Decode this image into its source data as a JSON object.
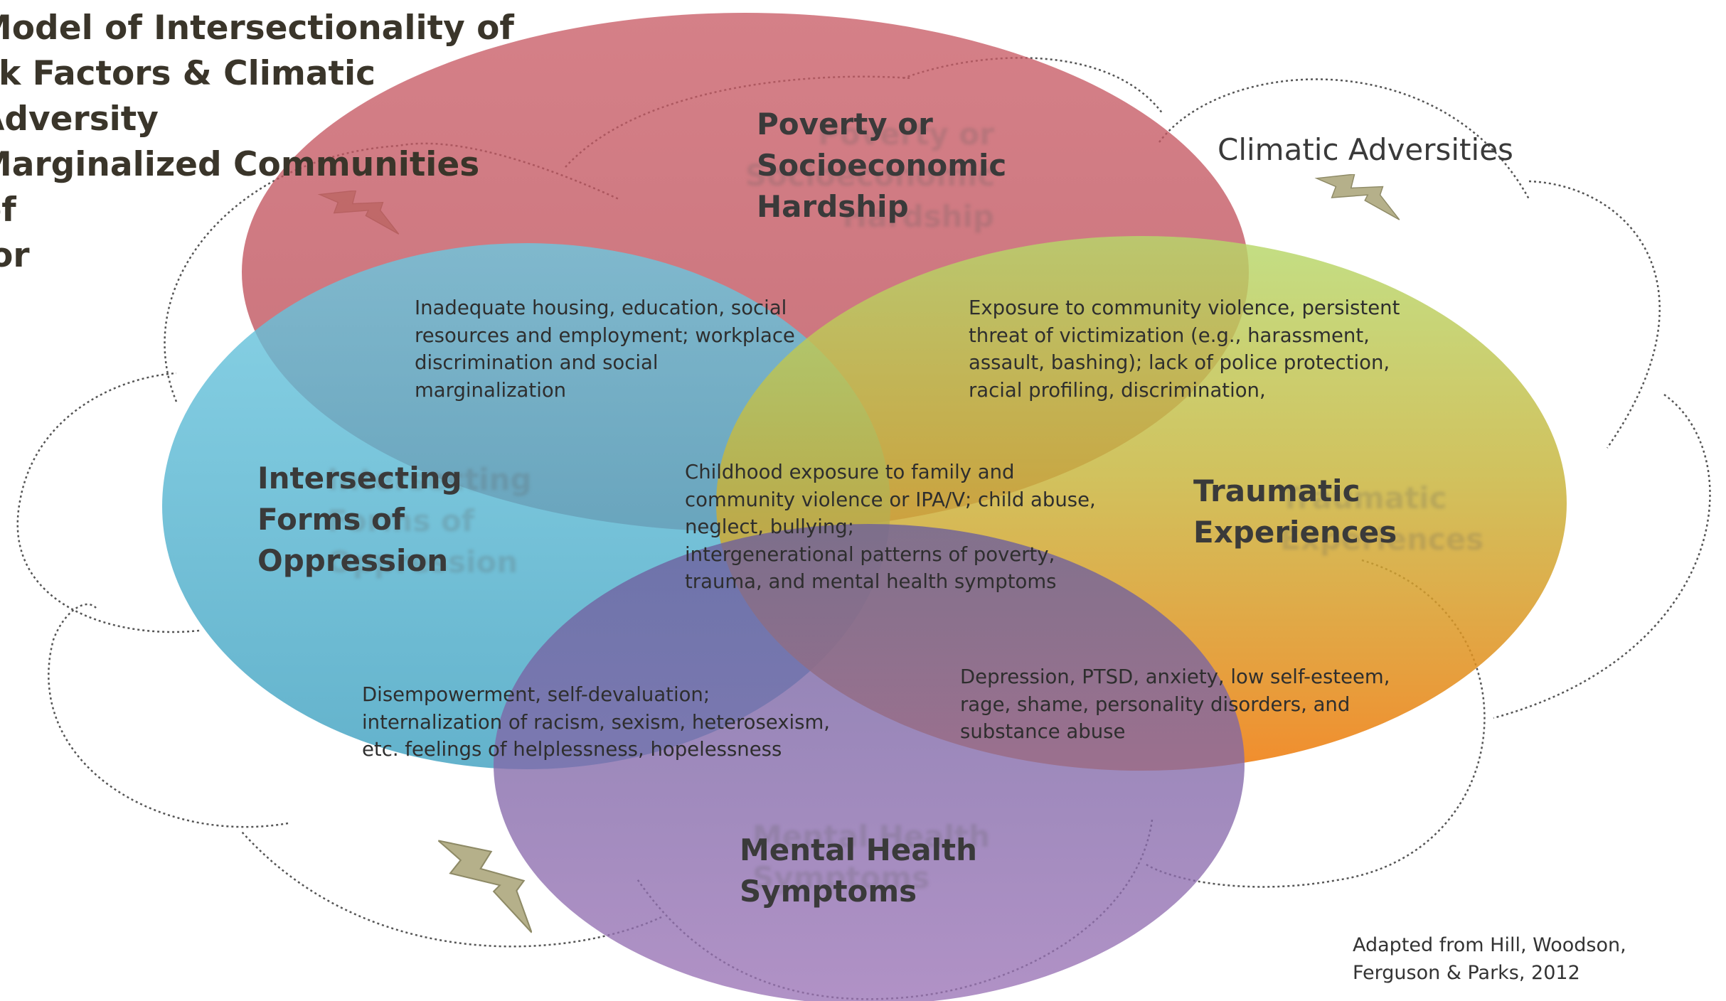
{
  "title": "Model of Intersectionality of\nsk Factors & Climatic Adversity\nMarginalized Communities of\nlor",
  "cloud_label": "Climatic Adversities",
  "circles": {
    "poverty": "Poverty or\nSocioeconomic\nHardship",
    "oppression": "Intersecting\nForms of\nOppression",
    "traumatic": "Traumatic\nExperiences",
    "mental_health": "Mental Health\nSymptoms"
  },
  "regions": {
    "poverty_oppression": "Inadequate  housing, education, social\nresources and  employment;  workplace\ndiscrimination and social\nmarginalization",
    "poverty_traumatic": "Exposure to community  violence, persistent\nthreat of victimization (e.g., harassment,\nassault, bashing); lack of police protection,\nracial profiling, discrimination,",
    "center": "Childhood exposure to family and\ncommunity violence or IPA/V; child abuse,\nneglect, bullying;\nintergenerational  patterns of poverty,\ntrauma, and mental health symptoms",
    "oppression_mental": "Disempowerment, self-devaluation;\ninternalization of racism, sexism, heterosexism,\netc. feelings of helplessness, hopelessness",
    "traumatic_mental": "Depression, PTSD, anxiety, low self-esteem,\nrage, shame, personality disorders, and\nsubstance abuse"
  },
  "credit": "Adapted from Hill, Woodson,\nFerguson & Parks, 2012",
  "colors": {
    "poverty": "#c9545c",
    "oppression": "#5ab8d2",
    "traumatic": "#a8c940",
    "traumatic_bottom": "#ee7a12",
    "mental_health": "#8a62a8",
    "lightning": "#b5b08a"
  }
}
